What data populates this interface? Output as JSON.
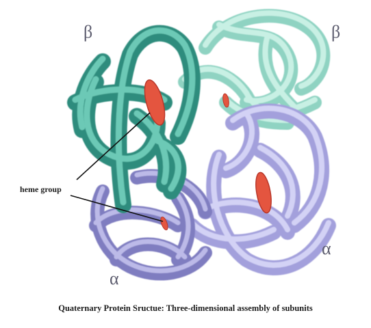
{
  "subunits": {
    "beta_left": "β",
    "beta_right": "β",
    "alpha_left": "α",
    "alpha_right": "α"
  },
  "callout": "heme group",
  "caption": "Quaternary Protein Sructue: Three-dimensional assembly of subunits",
  "colors": {
    "beta_dark": "#3b9e8e",
    "beta_light": "#a9e2d3",
    "alpha_left": "#8d8bc9",
    "alpha_right": "#b2b0e6",
    "heme": "#e4553f",
    "leader_line": "#111111"
  }
}
